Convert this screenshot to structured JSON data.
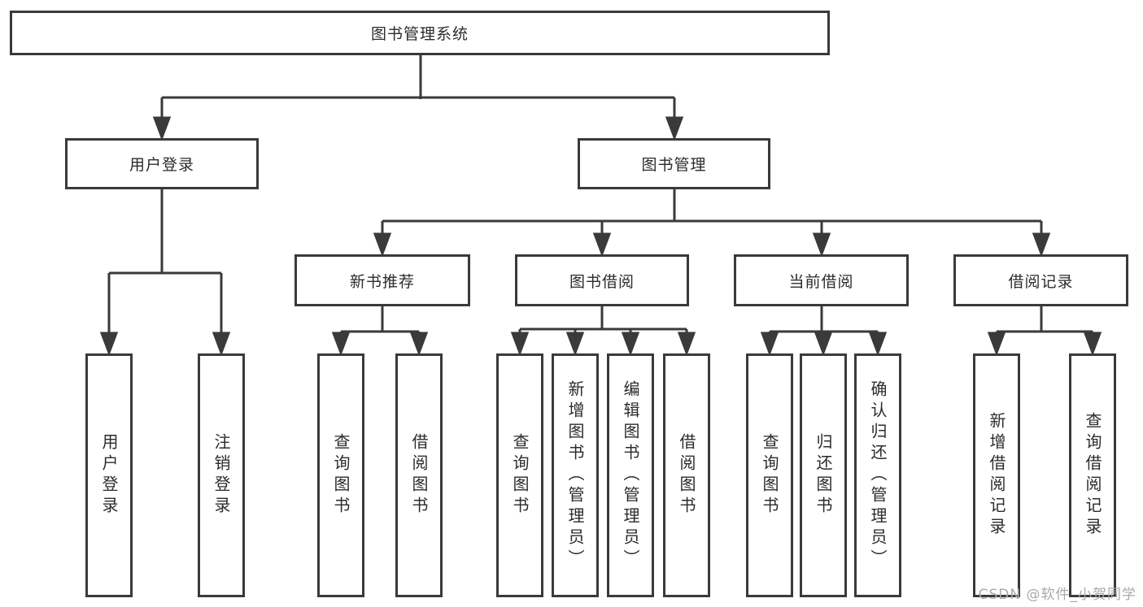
{
  "diagram_title": "图书管理系统",
  "colors": {
    "line": "#3a3a3a",
    "box_border": "#3a3a3a",
    "box_background": "#ffffff",
    "text": "#2b2b2b",
    "watermark": "#a9a9a9",
    "page_background": "#ffffff"
  },
  "nodes": {
    "root": "图书管理系统",
    "user_login_branch": "用户登录",
    "book_mgmt_branch": "图书管理",
    "new_book_rec": "新书推荐",
    "book_borrow": "图书借阅",
    "current_borrow": "当前借阅",
    "borrow_records": "借阅记录",
    "leaf_user_login": "用户登录",
    "leaf_logout": "注销登录",
    "leaf_nbr_query_book": "查询图书",
    "leaf_nbr_borrow_book": "借阅图书",
    "leaf_bb_query_book": "查询图书",
    "leaf_bb_add_book": "新增图书（管理员）",
    "leaf_bb_edit_book": "编辑图书（管理员）",
    "leaf_bb_borrow_book": "借阅图书",
    "leaf_cb_query_book": "查询图书",
    "leaf_cb_return_book": "归还图书",
    "leaf_cb_confirm_return": "确认归还（管理员）",
    "leaf_br_add_record": "新增借阅记录",
    "leaf_br_query_record": "查询借阅记录"
  },
  "hierarchy": {
    "图书管理系统": {
      "用户登录": [
        "用户登录",
        "注销登录"
      ],
      "图书管理": {
        "新书推荐": [
          "查询图书",
          "借阅图书"
        ],
        "图书借阅": [
          "查询图书",
          "新增图书（管理员）",
          "编辑图书（管理员）",
          "借阅图书"
        ],
        "当前借阅": [
          "查询图书",
          "归还图书",
          "确认归还（管理员）"
        ],
        "借阅记录": [
          "新增借阅记录",
          "查询借阅记录"
        ]
      }
    }
  },
  "watermark": "CSDN @软件_小贺同学"
}
